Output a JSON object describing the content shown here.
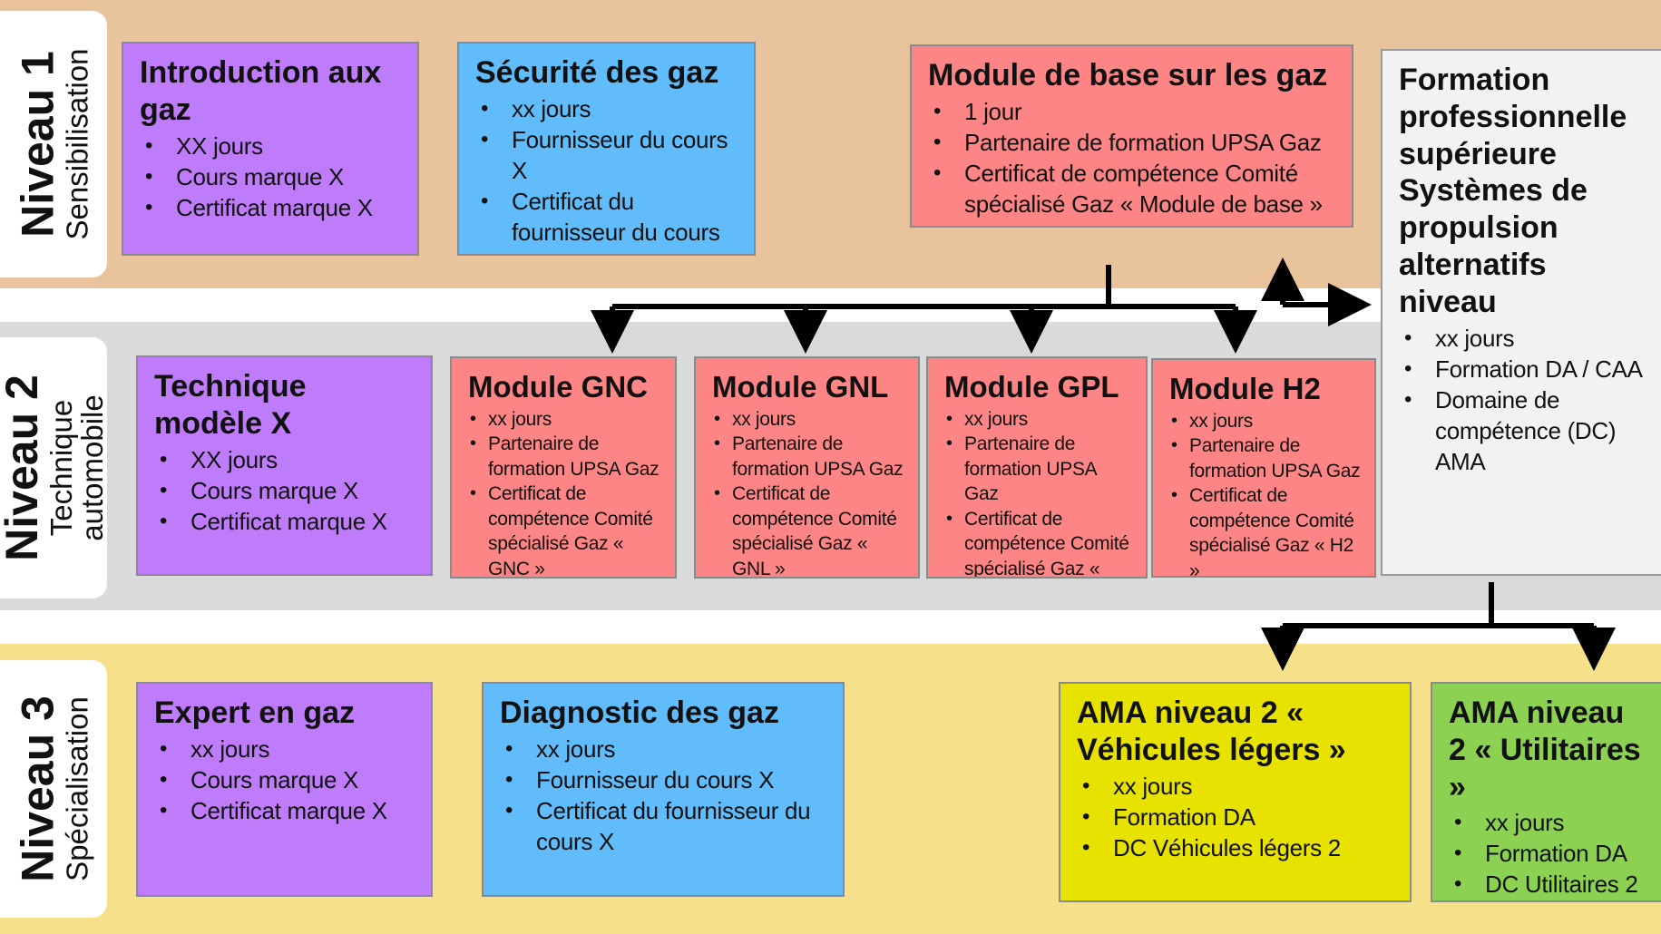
{
  "levels": [
    {
      "title": "Niveau 1",
      "subtitle": "Sensibilisation"
    },
    {
      "title": "Niveau 2",
      "subtitle1": "Technique",
      "subtitle2": "automobile"
    },
    {
      "title": "Niveau 3",
      "subtitle": "Spécialisation"
    }
  ],
  "boxes": {
    "intro_gaz": {
      "title": "Introduction aux gaz",
      "items": [
        "XX jours",
        "Cours marque X",
        "Certificat marque X"
      ]
    },
    "securite_gaz": {
      "title": "Sécurité des gaz",
      "items": [
        "xx jours",
        "Fournisseur du cours X",
        "Certificat du fournisseur du cours X"
      ]
    },
    "module_base": {
      "title": "Module de base sur les gaz",
      "items": [
        "1 jour",
        "Partenaire de formation UPSA Gaz",
        "Certificat de compétence Comité spécialisé Gaz « Module de base »"
      ]
    },
    "formation_pro": {
      "title": "Formation professionnelle supérieure Systèmes de propulsion alternatifs niveau",
      "items": [
        "xx jours",
        "Formation DA / CAA",
        "Domaine de compétence (DC) AMA"
      ]
    },
    "technique_modele": {
      "title": "Technique modèle X",
      "items": [
        "XX jours",
        "Cours marque X",
        "Certificat marque X"
      ]
    },
    "module_gnc": {
      "title": "Module GNC",
      "items": [
        "xx jours",
        "Partenaire de formation UPSA Gaz",
        "Certificat de compétence Comité spécialisé Gaz « GNC »"
      ]
    },
    "module_gnl": {
      "title": "Module GNL",
      "items": [
        "xx jours",
        "Partenaire de formation UPSA Gaz",
        "Certificat de compétence Comité spécialisé Gaz « GNL »"
      ]
    },
    "module_gpl": {
      "title": "Module GPL",
      "items": [
        "xx jours",
        "Partenaire de formation UPSA Gaz",
        "Certificat de compétence Comité spécialisé Gaz « GPL »"
      ]
    },
    "module_h2": {
      "title": "Module H2",
      "items": [
        "xx jours",
        "Partenaire de formation UPSA Gaz",
        "Certificat de compétence Comité spécialisé Gaz « H2 »"
      ]
    },
    "expert_gaz": {
      "title": "Expert en gaz",
      "items": [
        "xx jours",
        "Cours marque X",
        "Certificat marque X"
      ]
    },
    "diagnostic_gaz": {
      "title": "Diagnostic des gaz",
      "items": [
        "xx jours",
        "Fournisseur du cours X",
        "Certificat du fournisseur du cours X"
      ]
    },
    "ama_vl": {
      "title": "AMA niveau 2 « Véhicules légers »",
      "items": [
        "xx jours",
        "Formation DA",
        "DC Véhicules légers 2"
      ]
    },
    "ama_util": {
      "title": "AMA niveau 2 « Utilitaires »",
      "items": [
        "xx jours",
        "Formation DA",
        "DC Utilitaires 2"
      ]
    }
  },
  "colors": {
    "band_1": "#e9c39c",
    "band_2": "#dadada",
    "band_3": "#f7e08a",
    "purple": "#bf7cfa",
    "blue": "#61bcfb",
    "red": "#fe8585",
    "white": "#f2f2f2",
    "yellow": "#e8e201",
    "green": "#8cd151"
  }
}
